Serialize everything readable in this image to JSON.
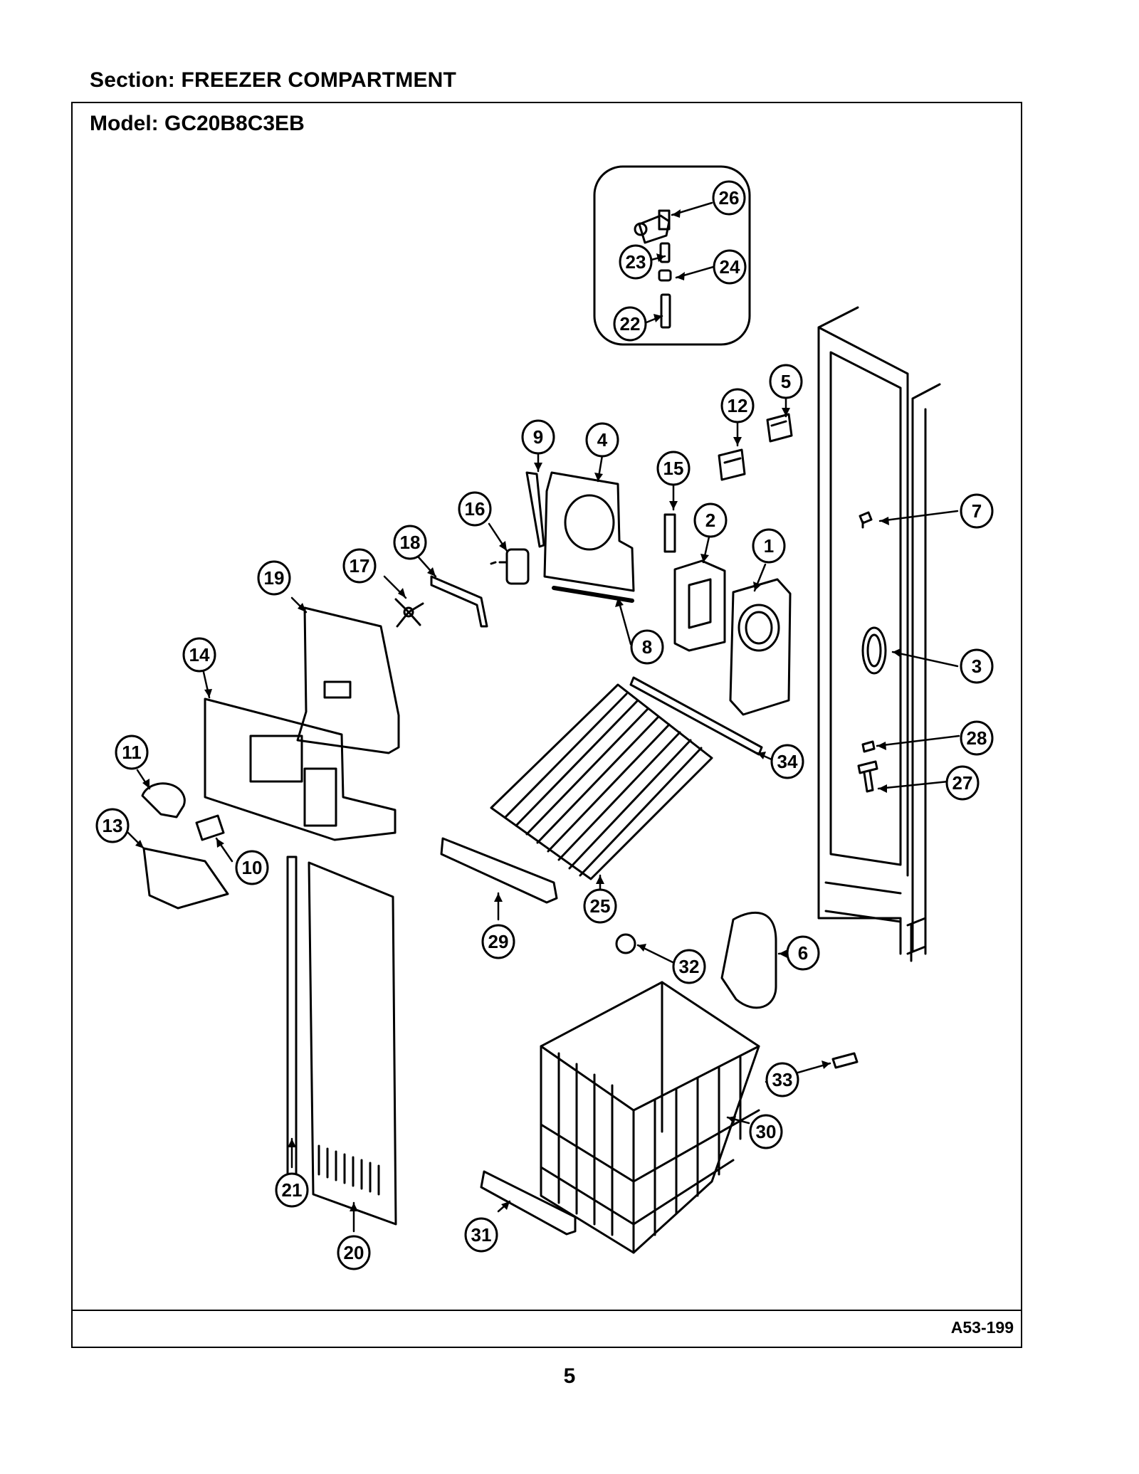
{
  "header": {
    "section_label": "Section:  FREEZER COMPARTMENT"
  },
  "diagram": {
    "model_label": "Model:  GC20B8C3EB",
    "figure_code": "A53-199",
    "callouts": [
      "1",
      "2",
      "3",
      "4",
      "5",
      "6",
      "7",
      "8",
      "9",
      "10",
      "11",
      "12",
      "13",
      "14",
      "15",
      "16",
      "17",
      "18",
      "19",
      "20",
      "21",
      "22",
      "23",
      "24",
      "25",
      "26",
      "27",
      "28",
      "29",
      "30",
      "31",
      "32",
      "33",
      "34"
    ]
  },
  "footer": {
    "page_number": "5"
  }
}
